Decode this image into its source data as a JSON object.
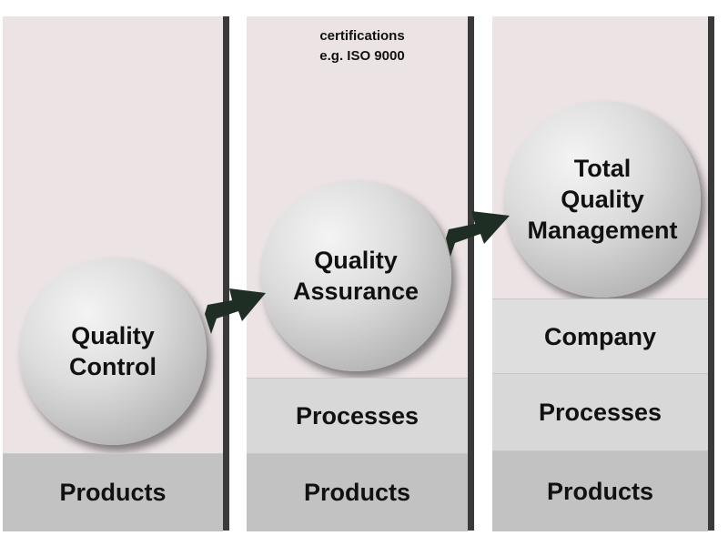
{
  "stages": [
    {
      "label": "Quality\nControl",
      "layers": [
        "Products"
      ]
    },
    {
      "label": "Quality\nAssurance",
      "note": "certifications\ne.g. ISO 9000",
      "layers": [
        "Processes",
        "Products"
      ]
    },
    {
      "label": "Total\nQuality\nManagement",
      "layers": [
        "Company",
        "Processes",
        "Products"
      ]
    }
  ],
  "colors": {
    "panel": "#ece3e5",
    "band_light": "#d8d8d8",
    "band_dark": "#c2c2c2",
    "arrow": "#1f2e24",
    "shadow": "#3a3a3a"
  }
}
